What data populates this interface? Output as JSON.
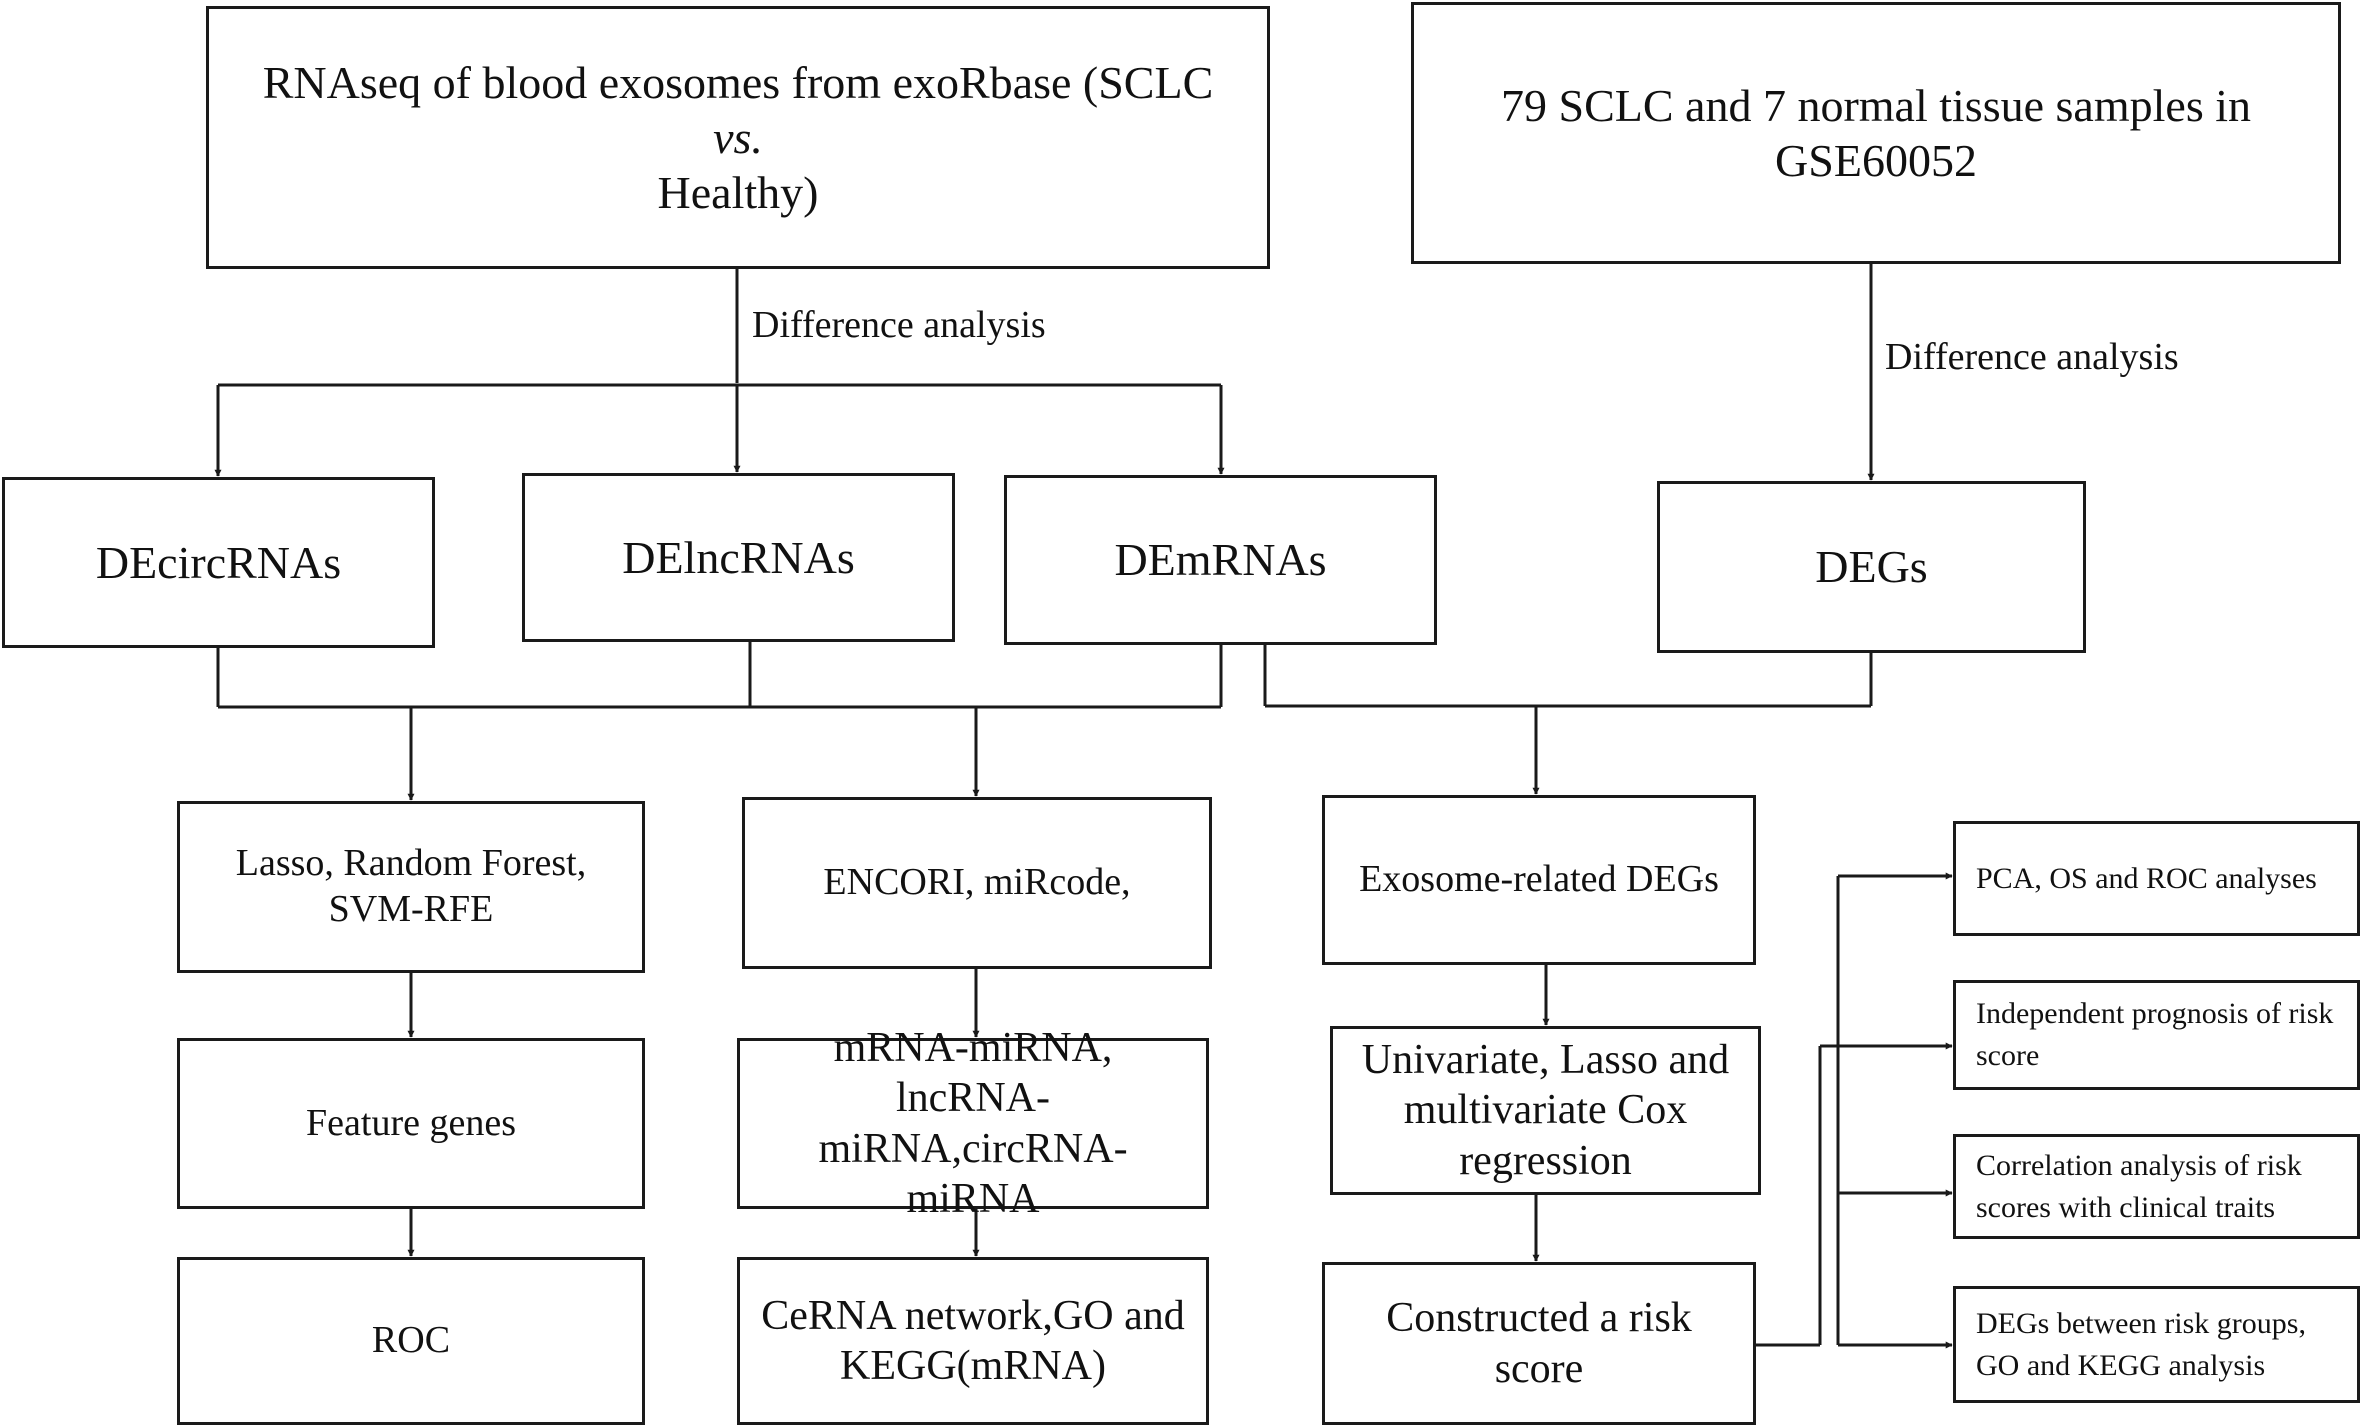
{
  "top_left_box": {
    "text_main": "RNAseq of blood exosomes from exoRbase (SCLC ",
    "text_italic": "vs.",
    "text_end": " Healthy)"
  },
  "top_right_box": {
    "text": "79 SCLC and 7 normal tissue samples in GSE60052"
  },
  "edge_labels": {
    "left": "Difference analysis",
    "right": "Difference analysis"
  },
  "de_boxes": {
    "circ": "DEcircRNAs",
    "lnc": "DElncRNAs",
    "mrna": "DEmRNAs",
    "degs": "DEGs"
  },
  "column1": {
    "ml": "Lasso, Random Forest, SVM-RFE",
    "feature": "Feature genes",
    "roc": "ROC"
  },
  "column2": {
    "db": "ENCORI, miRcode,",
    "pairs": "mRNA-miRNA, lncRNA-miRNA,circRNA-miRNA",
    "network": "CeRNA network,GO and KEGG(mRNA)"
  },
  "column3": {
    "exo": "Exosome-related DEGs",
    "cox": "Univariate, Lasso and multivariate Cox regression",
    "risk": "Constructed a risk score"
  },
  "outcomes": [
    "PCA, OS and ROC analyses",
    "Independent prognosis of risk score",
    "Correlation analysis of risk scores with clinical traits",
    "DEGs between risk groups, GO and KEGG analysis"
  ]
}
